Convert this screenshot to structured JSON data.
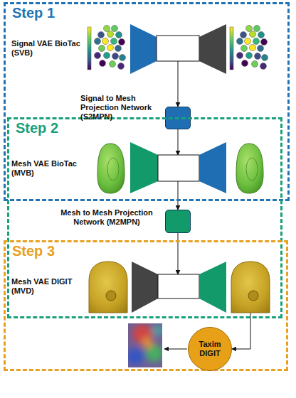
{
  "diagram": {
    "nodes": [
      {
        "text": [
          "Step 1"
        ]
      },
      {
        "text": [
          "Signal VAE BioTac (SVB)"
        ],
        "in": 0
      },
      {
        "text": [
          "Signal to Mesh Projection Network (S2MPN)"
        ],
        "in": 0
      },
      {
        "text": [
          "Step 2"
        ]
      },
      {
        "text": [
          "Mesh VAE BioTac (MVB)"
        ],
        "in": 3
      },
      {
        "text": [
          "Mesh to Mesh Projection Network (M2MPN)"
        ],
        "in": 3
      },
      {
        "text": [
          "Step 3"
        ]
      },
      {
        "text": [
          "Mesh VAE DIGIT (MVD)"
        ],
        "in": 6
      },
      {
        "text": [
          "Taxim DIGIT"
        ],
        "in": 6
      }
    ],
    "edges": [
      {
        "from": 1,
        "to": 2,
        "arrow": "to"
      },
      {
        "from": 2,
        "to": 4,
        "arrow": "to"
      },
      {
        "from": 4,
        "to": 5,
        "arrow": "to"
      },
      {
        "from": 5,
        "to": 7,
        "arrow": "to"
      },
      {
        "from": 7,
        "to": 8,
        "arrow": "to"
      }
    ]
  }
}
